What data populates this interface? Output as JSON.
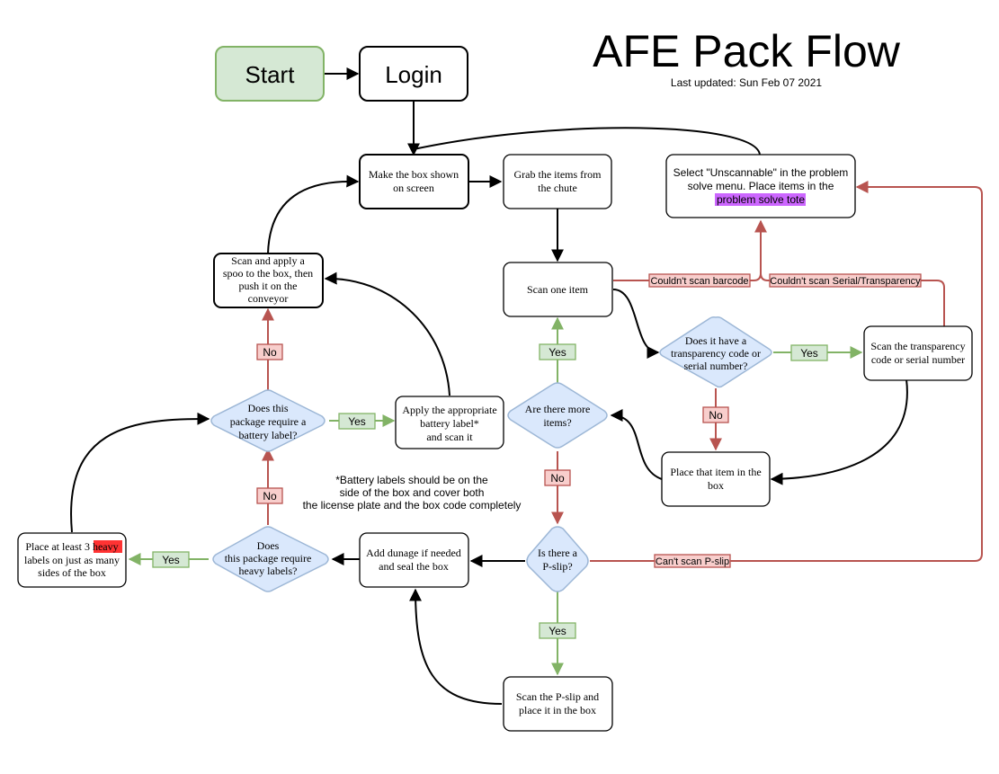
{
  "title": "AFE Pack Flow",
  "subtitle": "Last updated: Sun Feb 07 2021",
  "nodes": {
    "start": "Start",
    "login": "Login",
    "make_box": [
      "Make the box shown",
      "on screen"
    ],
    "grab_items": [
      "Grab the items from",
      "the chute"
    ],
    "unscannable": [
      "Select \"Unscannable\" in the problem",
      "solve menu. Place items in the"
    ],
    "unscannable_highlight": "problem solve tote",
    "scan_one": "Scan one item",
    "has_code": [
      "Does it have a",
      "transparency code or",
      "serial number?"
    ],
    "scan_transparency": [
      "Scan the transparency",
      "code or serial number"
    ],
    "place_item": [
      "Place that item in the",
      "box"
    ],
    "more_items": [
      "Are there more",
      "items?"
    ],
    "battery_q": [
      "Does this",
      "package require a",
      "battery label?"
    ],
    "apply_battery": [
      "Apply the appropriate",
      "battery label*",
      "and scan it"
    ],
    "spoo": [
      "Scan and apply a",
      "spoo to the box, then",
      "push it on the",
      "conveyor"
    ],
    "battery_note": [
      "*Battery labels should be on the",
      "side of the box and cover both",
      "the license plate and the box code completely"
    ],
    "heavy_labels": [
      "labels on just as many",
      "sides of the box"
    ],
    "heavy_line1_pre": "Place at least 3",
    "heavy_word": "heavy",
    "heavy_q": [
      "Does",
      "this package require",
      "heavy labels?"
    ],
    "dunnage": [
      "Add dunage if needed",
      "and seal the box"
    ],
    "pslip_q": [
      "Is there a",
      "P-slip?"
    ],
    "scan_pslip": [
      "Scan the P-slip and",
      "place it in the box"
    ]
  },
  "edge_labels": {
    "yes": "Yes",
    "no": "No",
    "cant_barcode": "Couldn't scan barcode",
    "cant_serial": "Couldn't scan Serial/Transparency",
    "cant_pslip": "Can't scan P-slip"
  },
  "colors": {
    "start_fill": "#d5e8d4",
    "yes_fill": "#d5e8d4",
    "no_fill": "#f8cecc",
    "decision_fill": "#dae8fc",
    "problem_tote_highlight": "#cc66ff",
    "heavy_highlight": "#ff3333"
  }
}
